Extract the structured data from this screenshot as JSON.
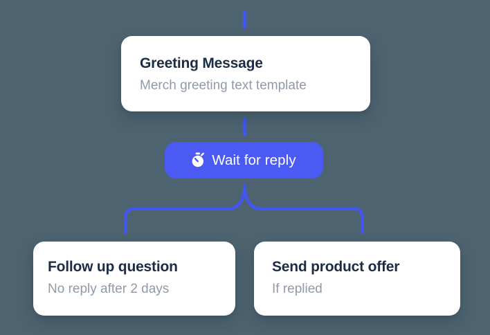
{
  "colors": {
    "bg": "#4d6470",
    "card_bg": "#ffffff",
    "accent_line": "#4355f2",
    "accent_button": "#4b5af2",
    "title_color": "#1c2c44",
    "subtitle_color": "#8f9aa9",
    "button_text": "#ffffff"
  },
  "flow": {
    "greeting": {
      "title": "Greeting Message",
      "subtitle": "Merch greeting text template"
    },
    "wait": {
      "label": "Wait for reply",
      "icon": "stopwatch-icon"
    },
    "followup": {
      "title": "Follow up question",
      "subtitle": "No reply after 2 days"
    },
    "offer": {
      "title": "Send product offer",
      "subtitle": "If replied"
    }
  }
}
